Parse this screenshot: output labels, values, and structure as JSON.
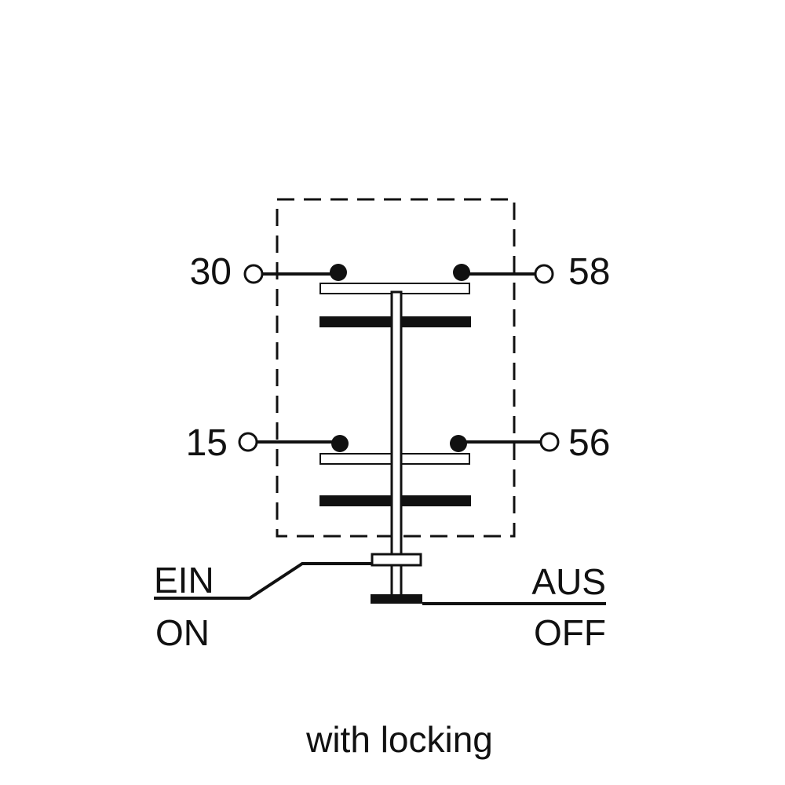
{
  "terminals": {
    "top_left": "30",
    "top_right": "58",
    "bottom_left": "15",
    "bottom_right": "56"
  },
  "states": {
    "on_de": "EIN",
    "on_en": "ON",
    "off_de": "AUS",
    "off_en": "OFF"
  },
  "caption": "with locking",
  "colors": {
    "line": "#111111",
    "background": "#ffffff"
  }
}
